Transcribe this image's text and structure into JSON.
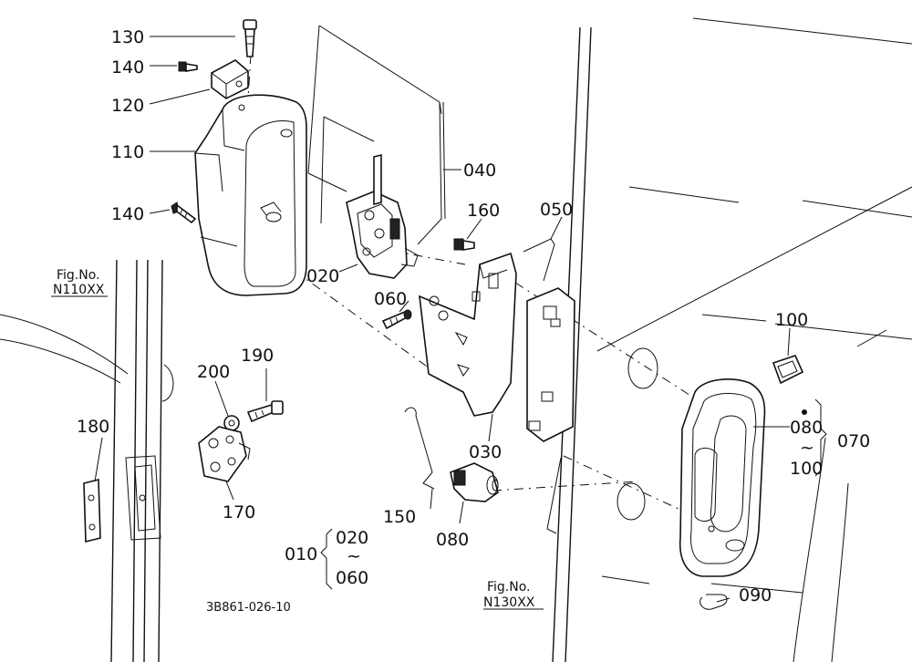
{
  "labels": {
    "p130": "130",
    "p140a": "140",
    "p120": "120",
    "p110": "110",
    "p140b": "140",
    "p040": "040",
    "p160": "160",
    "p050": "050",
    "p020": "020",
    "p060": "060",
    "p100": "100",
    "p080r": "080",
    "p100r": "100",
    "p070": "070",
    "p190": "190",
    "p200": "200",
    "p180": "180",
    "p170": "170",
    "p030": "030",
    "p150": "150",
    "p080": "080",
    "p090": "090",
    "p010": "010",
    "p020b": "020",
    "p060b": "060",
    "tilde": "~"
  },
  "refs": {
    "fig_left_1": "Fig.No.",
    "fig_left_2": "N110XX",
    "fig_right_1": "Fig.No.",
    "fig_right_2": "N130XX"
  },
  "drawing_code": "3B861-026-10"
}
